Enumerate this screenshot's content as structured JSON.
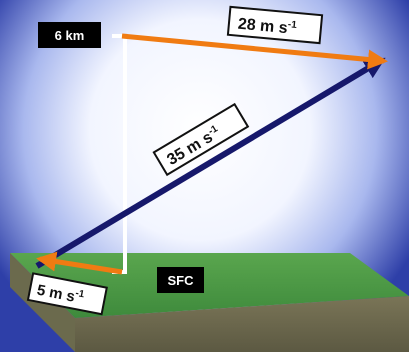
{
  "labels": {
    "height_top": "6 km",
    "height_bottom": "SFC",
    "vector_top": "28 m s",
    "vector_top_exp": "-1",
    "vector_diag": "35 m s",
    "vector_diag_exp": "-1",
    "vector_bottom": "5 m s",
    "vector_bottom_exp": "-1"
  },
  "colors": {
    "sky_center": "#ffffff",
    "sky_edge": "#2e3fa8",
    "ground_top": "#4e9a45",
    "ground_side": "#6b6a4d",
    "ground_front": "#6d6a52",
    "orange_arrow": "#f07b12",
    "navy_arrow": "#16186b",
    "height_line": "#ffffff"
  }
}
